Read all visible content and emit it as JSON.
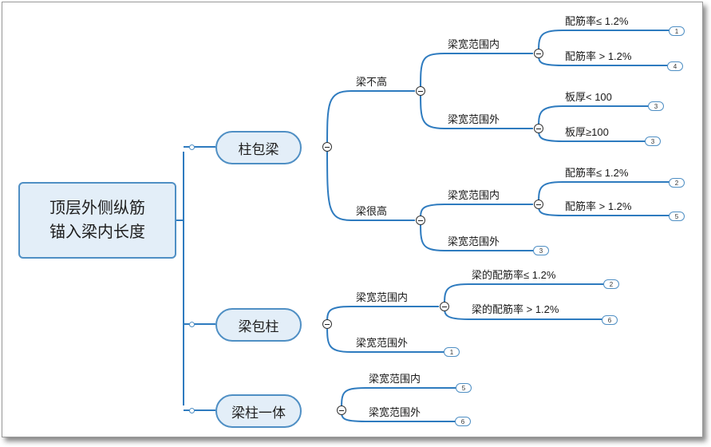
{
  "root": {
    "line1": "顶层外侧纵筋",
    "line2": "锚入梁内长度"
  },
  "branches": [
    {
      "label": "柱包梁",
      "children": [
        {
          "label": "梁不高",
          "children": [
            {
              "label": "梁宽范围内",
              "leaves": [
                {
                  "label": "配筋率≤ 1.2%",
                  "badge": "1"
                },
                {
                  "label": "配筋率 > 1.2%",
                  "badge": "4"
                }
              ]
            },
            {
              "label": "梁宽范围外",
              "leaves": [
                {
                  "label": "板厚< 100",
                  "badge": "3"
                },
                {
                  "label": "板厚≥100",
                  "badge": "3"
                }
              ]
            }
          ]
        },
        {
          "label": "梁很高",
          "children": [
            {
              "label": "梁宽范围内",
              "leaves": [
                {
                  "label": "配筋率≤ 1.2%",
                  "badge": "2"
                },
                {
                  "label": "配筋率 > 1.2%",
                  "badge": "5"
                }
              ]
            },
            {
              "label": "梁宽范围外",
              "badge": "3"
            }
          ]
        }
      ]
    },
    {
      "label": "梁包柱",
      "children": [
        {
          "label": "梁宽范围内",
          "leaves": [
            {
              "label": "梁的配筋率≤ 1.2%",
              "badge": "2"
            },
            {
              "label": "梁的配筋率 > 1.2%",
              "badge": "6"
            }
          ]
        },
        {
          "label": "梁宽范围外",
          "badge": "1"
        }
      ]
    },
    {
      "label": "梁柱一体",
      "children": [
        {
          "label": "梁宽范围内",
          "badge": "5"
        },
        {
          "label": "梁宽范围外",
          "badge": "6"
        }
      ]
    }
  ],
  "colors": {
    "line": "#2e7bbf",
    "node_fill": "#e3eef8",
    "node_border": "#4f8fc4"
  }
}
